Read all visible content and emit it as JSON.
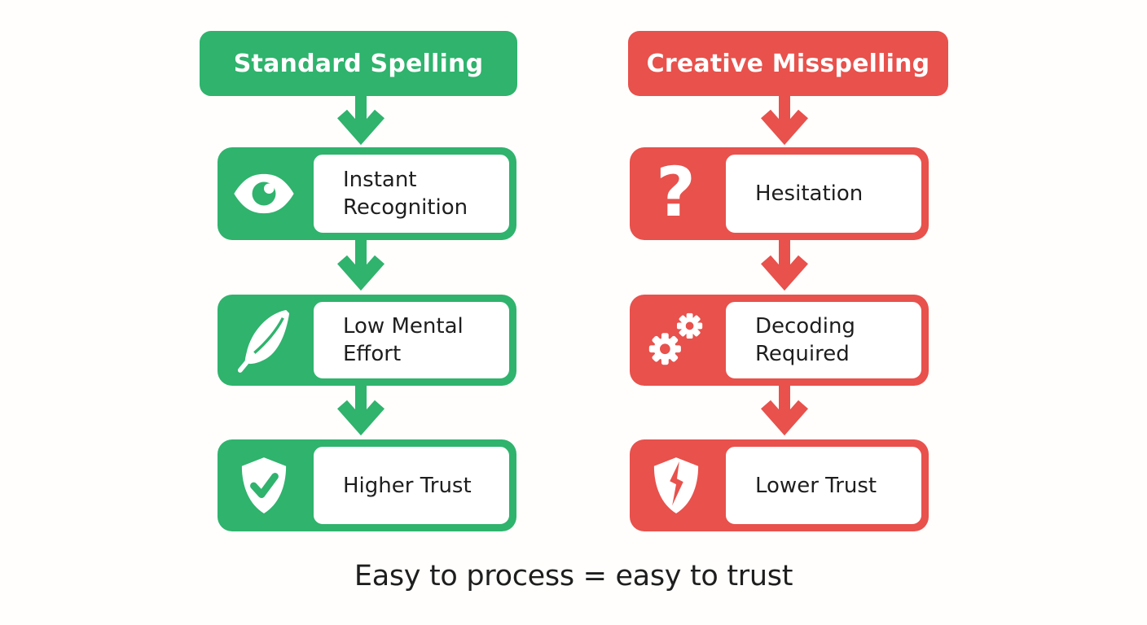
{
  "colors": {
    "green": "#2fb36d",
    "red": "#e8514c",
    "ink": "#1e1e1e",
    "card_bg": "#ffffff",
    "page_bg": "#fffefc"
  },
  "caption": {
    "text": "Easy to process = easy to trust"
  },
  "columns": [
    {
      "header": "Standard Spelling",
      "theme": "green",
      "steps": [
        {
          "icon": "eye-icon",
          "label": "Instant Recognition"
        },
        {
          "icon": "feather-icon",
          "label": "Low Mental Effort"
        },
        {
          "icon": "shield-check-icon",
          "label": "Higher Trust"
        }
      ]
    },
    {
      "header": "Creative Misspelling",
      "theme": "red",
      "steps": [
        {
          "icon": "question-mark-icon",
          "label": "Hesitation",
          "glyph": "?"
        },
        {
          "icon": "gears-icon",
          "label": "Decoding Required"
        },
        {
          "icon": "shield-broken-icon",
          "label": "Lower Trust"
        }
      ]
    }
  ]
}
